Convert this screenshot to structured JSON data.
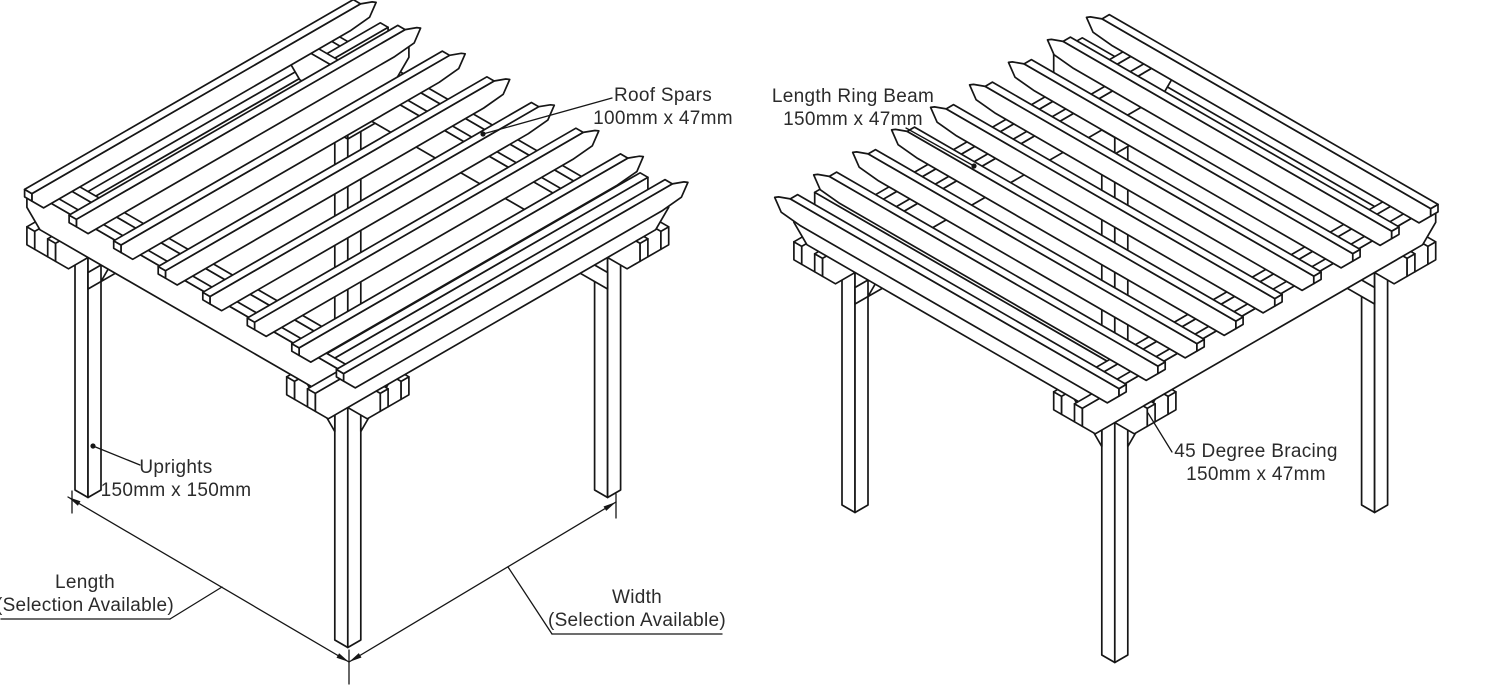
{
  "page": {
    "background": "#ffffff"
  },
  "style": {
    "line_color": "#161616",
    "text_color": "#2b2b2b",
    "background": "#ffffff"
  },
  "left_diagram": {
    "labels": {
      "roof_spars": {
        "title": "Roof Spars",
        "size": "100mm x 47mm"
      },
      "uprights": {
        "title": "Uprights",
        "size": "150mm x 150mm"
      },
      "length_dim": {
        "title": "Length",
        "subtitle": "(Selection Available)"
      },
      "width_dim": {
        "title": "Width",
        "subtitle": "(Selection Available)"
      }
    }
  },
  "right_diagram": {
    "labels": {
      "length_ring_beam": {
        "title": "Length Ring Beam",
        "size": "150mm x 47mm"
      },
      "bracing_45": {
        "title": "45 Degree Bracing",
        "size": "150mm x 47mm"
      }
    }
  }
}
